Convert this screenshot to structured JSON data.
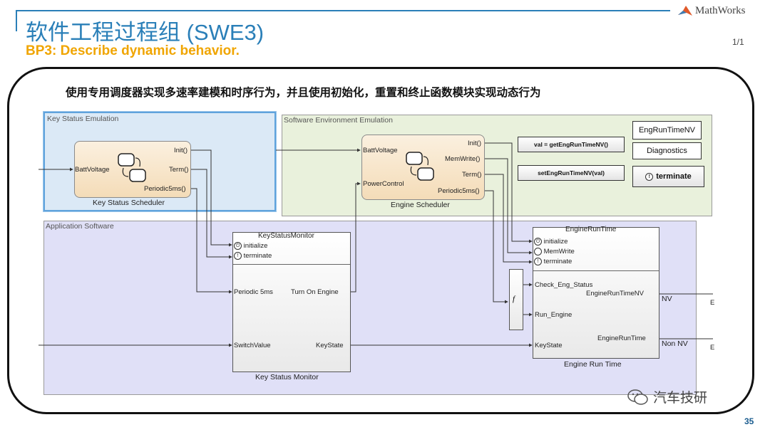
{
  "header": {
    "title": "软件工程过程组 (SWE3)",
    "subtitle": "BP3: Describe dynamic behavior.",
    "logo_text": "MathWorks",
    "page_fraction": "1/1",
    "page_number": "35"
  },
  "headline": "使用专用调度器实现多速率建模和时序行为，并且使用初始化，重置和终止函数模块实现动态行为",
  "areas": {
    "key_status": "Key Status Emulation",
    "software_env": "Software Environment Emulation",
    "application": "Application Software"
  },
  "key_scheduler": {
    "name": "Key Status Scheduler",
    "in_port": "BattVoltage",
    "out_ports": [
      "Init()",
      "Term()",
      "Periodic5ms()"
    ]
  },
  "engine_scheduler": {
    "name": "Engine Scheduler",
    "in_ports": [
      "BattVoltage",
      "PowerControl"
    ],
    "out_ports": [
      "Init()",
      "MemWrite()",
      "Term()",
      "Periodic5ms()"
    ]
  },
  "env_blocks": {
    "get_fn": "val = getEngRunTimeNV()",
    "set_fn": "setEngRunTimeNV(val)",
    "nv_store": "EngRunTimeNV",
    "diagnostics": "Diagnostics",
    "terminate": "terminate",
    "terminate_symbol": "!"
  },
  "key_monitor": {
    "top_label": "KeyStatusMonitor",
    "name": "Key Status Monitor",
    "events": [
      "initialize",
      "terminate"
    ],
    "in_ports": [
      "Periodic 5ms",
      "SwitchValue"
    ],
    "out_ports": [
      "Turn On Engine",
      "KeyState"
    ]
  },
  "engine_runtime": {
    "top_label": "EngineRunTime",
    "name": "Engine Run Time",
    "events": [
      "initialize",
      "MemWrite",
      "terminate"
    ],
    "in_ports": [
      "Check_Eng_Status",
      "Run_Engine",
      "KeyState"
    ],
    "out_ports": [
      "EngineRunTimeNV",
      "EngineRunTime"
    ]
  },
  "func_symbol": "f",
  "outputs": [
    "NV",
    "Non NV"
  ],
  "cut_letters": [
    "E",
    "E"
  ],
  "watermark": "汽车技研"
}
